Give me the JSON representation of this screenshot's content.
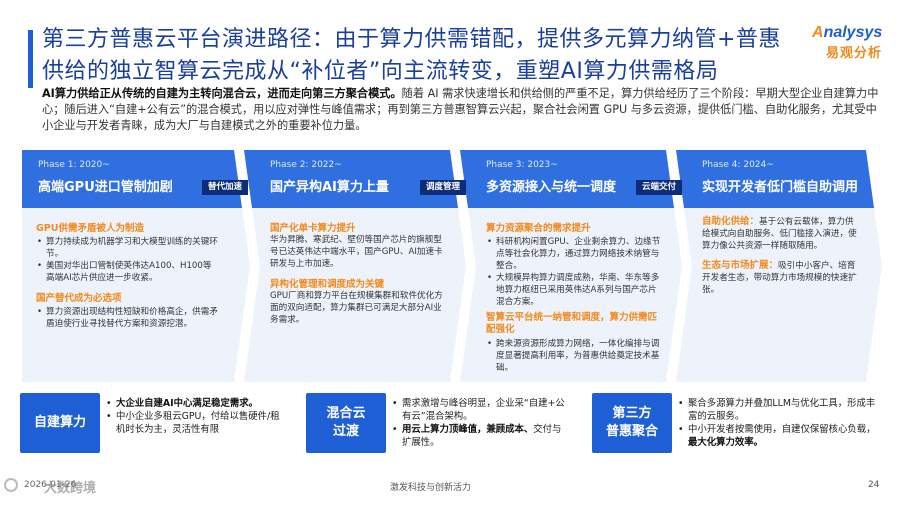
{
  "header": {
    "title_line1": "第三方普惠云平台演进路径：由于算力供需错配，提供多元算力纳管+普惠",
    "title_line2": "供给的独立智算云完成从“补位者”向主流转变，重塑AI算力供需格局",
    "brand_en": "nalysys",
    "brand_en_accent": "A",
    "brand_cn": "易观分析"
  },
  "intro": {
    "bold": "AI算力供给正从传统的自建为主转向混合云，进而走向第三方聚合模式。",
    "text": "随着 AI 需求快速增长和供给侧的严重不足，算力供给经历了三个阶段：早期大型企业自建算力中心；随后进入“自建+公有云”的混合模式，用以应对弹性与峰值需求；再到第三方普惠智算云兴起，聚合社会闲置 GPU 与多云资源，提供低门槛、自助化服务，尤其受中小企业与开发者青睐，成为大厂与自建模式之外的重要补位力量。"
  },
  "phases": [
    {
      "label": "Phase 1: 2020~",
      "title": "高端GPU进口管制加剧",
      "sections": [
        {
          "title": "GPU供需矛盾被人为制造",
          "bullets": [
            "算力持续成为机器学习和大模型训练的关键环节。",
            "美国对华出口管制使英伟达A100、H100等高端AI芯片供应进一步收紧。"
          ]
        },
        {
          "title": "国产替代成为必选项",
          "bullets": [
            "算力资源出现结构性短缺和价格高企，供需矛盾迫使行业寻找替代方案和资源挖潜。"
          ]
        }
      ]
    },
    {
      "label": "Phase 2: 2022~",
      "title": "国产异构AI算力上量",
      "sections": [
        {
          "title": "国产化单卡算力提升",
          "text": "华为昇腾、寒武纪、壁仞等国产芯片的旗舰型号已达英伟达中端水平，国产GPU、AI加速卡研发与上市加速。"
        },
        {
          "title": "异构化管理和调度成为关键",
          "text": "GPU厂商和算力平台在规模集群和软件优化方面的双向适配，算力集群已可满足大部分AI业务需求。"
        }
      ]
    },
    {
      "label": "Phase 3: 2023~",
      "title": "多资源接入与统一调度",
      "sections": [
        {
          "title": "算力资源聚合的需求提升",
          "bullets": [
            "科研机构闲置GPU、企业剩余算力、边缘节点等社会化算力，通过算力网络技术纳管与整合。",
            "大规模异构算力调度成熟，华南、华东等多地算力枢纽已采用英伟达A系列与国产芯片混合方案。"
          ]
        },
        {
          "title": "智算云平台统一纳管和调度，算力供需匹配强化",
          "bullets": [
            "跨来源资源形成算力网络，一体化编排与调度显著提高利用率，为普惠供给奠定技术基础。"
          ]
        }
      ]
    },
    {
      "label": "Phase 4: 2024~",
      "title": "实现开发者低门槛自助调用",
      "sections": [
        {
          "title": "",
          "lead": "自助化供给：",
          "text": "基于公有云载体，算力供给模式向自助服务、低门槛接入演进，使算力像公共资源一样随取随用。"
        },
        {
          "title": "",
          "lead": "生态与市场扩展：",
          "text": "吸引中小客户、培育开发者生态，带动算力市场规模的快速扩张。"
        }
      ]
    }
  ],
  "transitions": [
    "替代加速",
    "调度管理",
    "云端交付"
  ],
  "summaries": [
    {
      "label": "自建算力",
      "bullets": [
        {
          "bold": "大企业自建AI中心满足稳定需求。",
          "text": ""
        },
        {
          "bold": "",
          "text": "中小企业多租云GPU，付给以售硬件/租机时长为主，灵活性有限"
        }
      ]
    },
    {
      "label1": "混合云",
      "label2": "过渡",
      "bullets": [
        {
          "bold": "",
          "text": "需求激增与峰谷明显，企业采“自建+公有云”混合架构。"
        },
        {
          "bold": "用云上算力顶峰值，兼顾成本、",
          "text": "交付与扩展性。"
        }
      ]
    },
    {
      "label1": "第三方",
      "label2": "普惠聚合",
      "bullets": [
        {
          "bold": "",
          "text": "聚合多源算力并叠加LLM与优化工具，形成丰富的云服务。"
        },
        {
          "bold": "",
          "text": "中小开发者按需使用，自建仅保留核心负载，",
          "bold2": "最大化算力效率。"
        }
      ]
    }
  ],
  "footer": {
    "date": "2026-01-26",
    "watermark": "大数跨境",
    "center": "激发科技与创新活力",
    "page": "24"
  },
  "colors": {
    "primary": "#1f5fd6",
    "dark_navy": "#0d2d7a",
    "accent_orange": "#f28a1e",
    "light_bg": "#eef3fb"
  }
}
